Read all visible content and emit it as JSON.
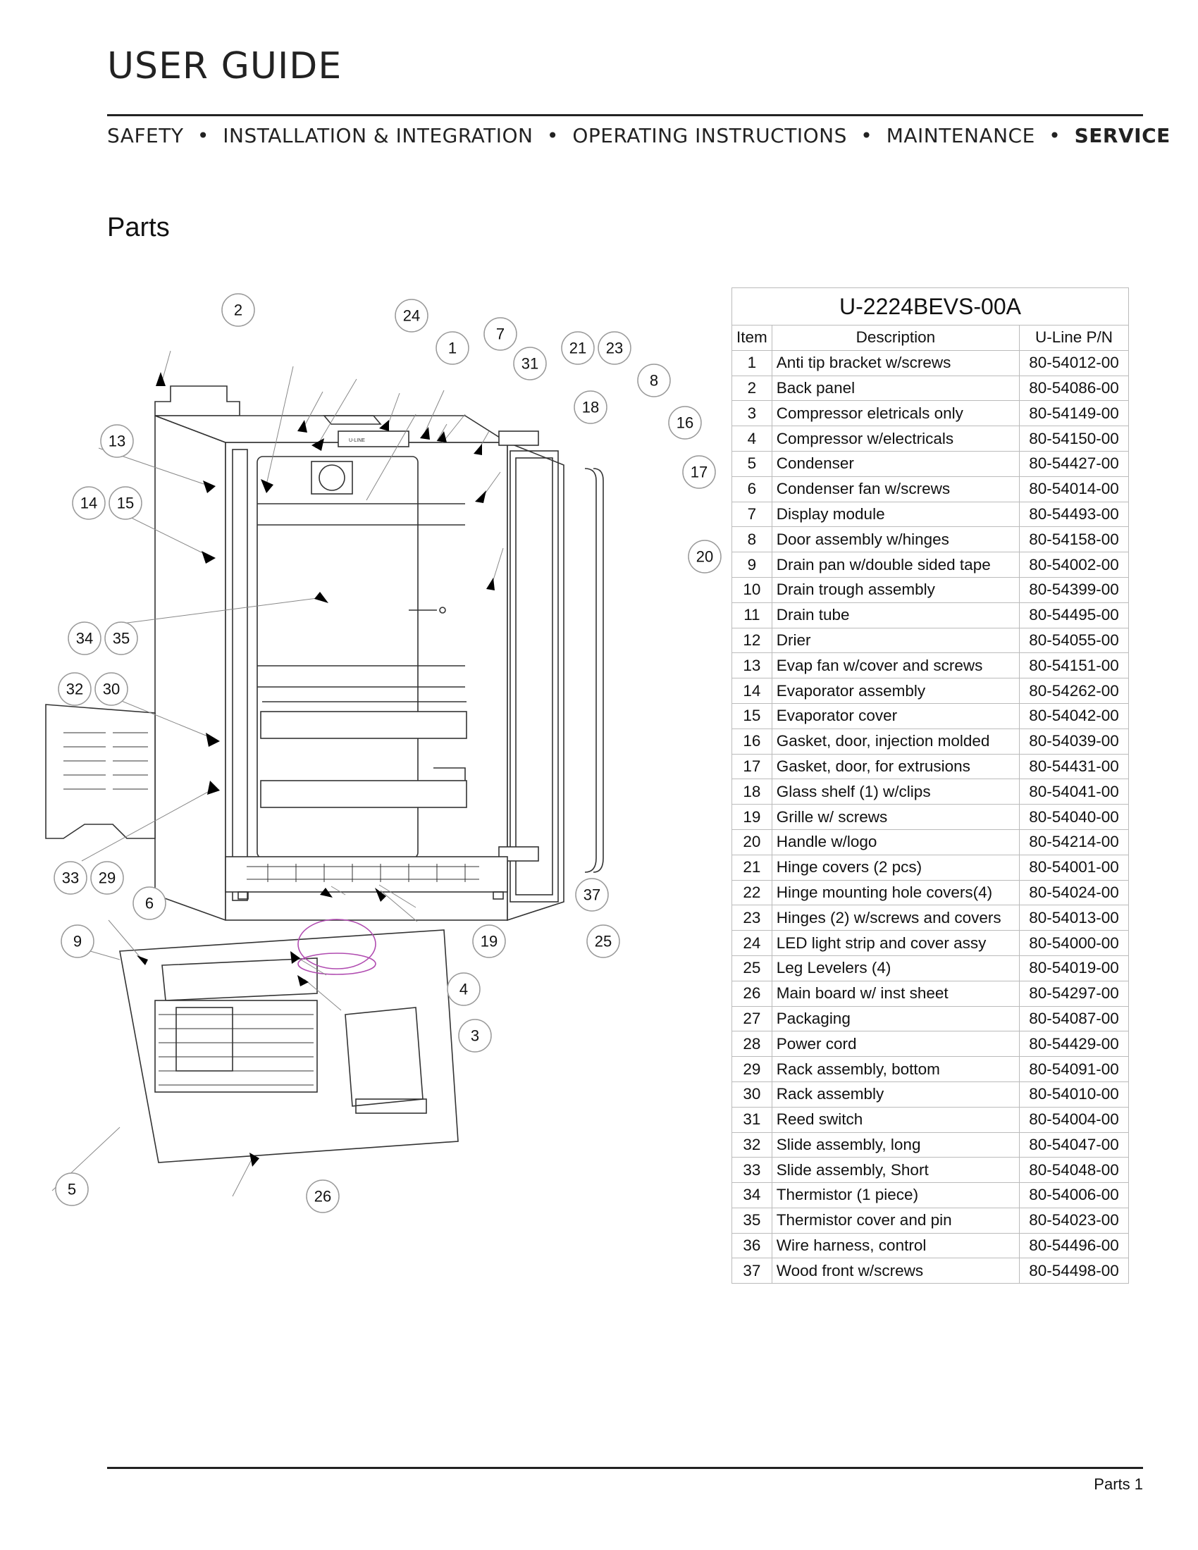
{
  "header": {
    "title": "USER GUIDE",
    "nav": [
      "SAFETY",
      "INSTALLATION & INTEGRATION",
      "OPERATING INSTRUCTIONS",
      "MAINTENANCE",
      "SERVICE"
    ],
    "separator": "•",
    "active": "SERVICE"
  },
  "section_title": "Parts",
  "diagram": {
    "callouts": [
      "1",
      "2",
      "3",
      "4",
      "5",
      "6",
      "7",
      "8",
      "9",
      "13",
      "14",
      "15",
      "16",
      "17",
      "18",
      "19",
      "20",
      "21",
      "23",
      "24",
      "25",
      "26",
      "29",
      "30",
      "31",
      "32",
      "33",
      "34",
      "35",
      "37"
    ],
    "panel_text": "U-LINE"
  },
  "table": {
    "model": "U-2224BEVS-00A",
    "headers": [
      "Item",
      "Description",
      "U-Line P/N"
    ],
    "rows": [
      [
        "1",
        "Anti tip bracket w/screws",
        "80-54012-00"
      ],
      [
        "2",
        "Back panel",
        "80-54086-00"
      ],
      [
        "3",
        "Compressor eletricals only",
        "80-54149-00"
      ],
      [
        "4",
        "Compressor w/electricals",
        "80-54150-00"
      ],
      [
        "5",
        "Condenser",
        "80-54427-00"
      ],
      [
        "6",
        "Condenser fan w/screws",
        "80-54014-00"
      ],
      [
        "7",
        "Display module",
        "80-54493-00"
      ],
      [
        "8",
        "Door assembly w/hinges",
        "80-54158-00"
      ],
      [
        "9",
        "Drain pan w/double sided tape",
        "80-54002-00"
      ],
      [
        "10",
        "Drain trough assembly",
        "80-54399-00"
      ],
      [
        "11",
        "Drain tube",
        "80-54495-00"
      ],
      [
        "12",
        "Drier",
        "80-54055-00"
      ],
      [
        "13",
        "Evap fan w/cover and screws",
        "80-54151-00"
      ],
      [
        "14",
        "Evaporator assembly",
        "80-54262-00"
      ],
      [
        "15",
        "Evaporator cover",
        "80-54042-00"
      ],
      [
        "16",
        "Gasket, door, injection molded",
        "80-54039-00"
      ],
      [
        "17",
        "Gasket, door, for extrusions",
        "80-54431-00"
      ],
      [
        "18",
        "Glass shelf (1) w/clips",
        "80-54041-00"
      ],
      [
        "19",
        "Grille w/ screws",
        "80-54040-00"
      ],
      [
        "20",
        "Handle w/logo",
        "80-54214-00"
      ],
      [
        "21",
        "Hinge covers (2 pcs)",
        "80-54001-00"
      ],
      [
        "22",
        "Hinge mounting hole covers(4)",
        "80-54024-00"
      ],
      [
        "23",
        "Hinges (2) w/screws and covers",
        "80-54013-00"
      ],
      [
        "24",
        "LED light strip and cover assy",
        "80-54000-00"
      ],
      [
        "25",
        "Leg Levelers (4)",
        "80-54019-00"
      ],
      [
        "26",
        "Main board w/ inst sheet",
        "80-54297-00"
      ],
      [
        "27",
        "Packaging",
        "80-54087-00"
      ],
      [
        "28",
        "Power cord",
        "80-54429-00"
      ],
      [
        "29",
        "Rack assembly, bottom",
        "80-54091-00"
      ],
      [
        "30",
        "Rack assembly",
        "80-54010-00"
      ],
      [
        "31",
        "Reed switch",
        "80-54004-00"
      ],
      [
        "32",
        "Slide assembly, long",
        "80-54047-00"
      ],
      [
        "33",
        "Slide assembly, Short",
        "80-54048-00"
      ],
      [
        "34",
        "Thermistor (1 piece)",
        "80-54006-00"
      ],
      [
        "35",
        "Thermistor cover and pin",
        "80-54023-00"
      ],
      [
        "36",
        "Wire harness, control",
        "80-54496-00"
      ],
      [
        "37",
        "Wood front w/screws",
        "80-54498-00"
      ]
    ]
  },
  "footer": {
    "page_label": "Parts 1"
  }
}
